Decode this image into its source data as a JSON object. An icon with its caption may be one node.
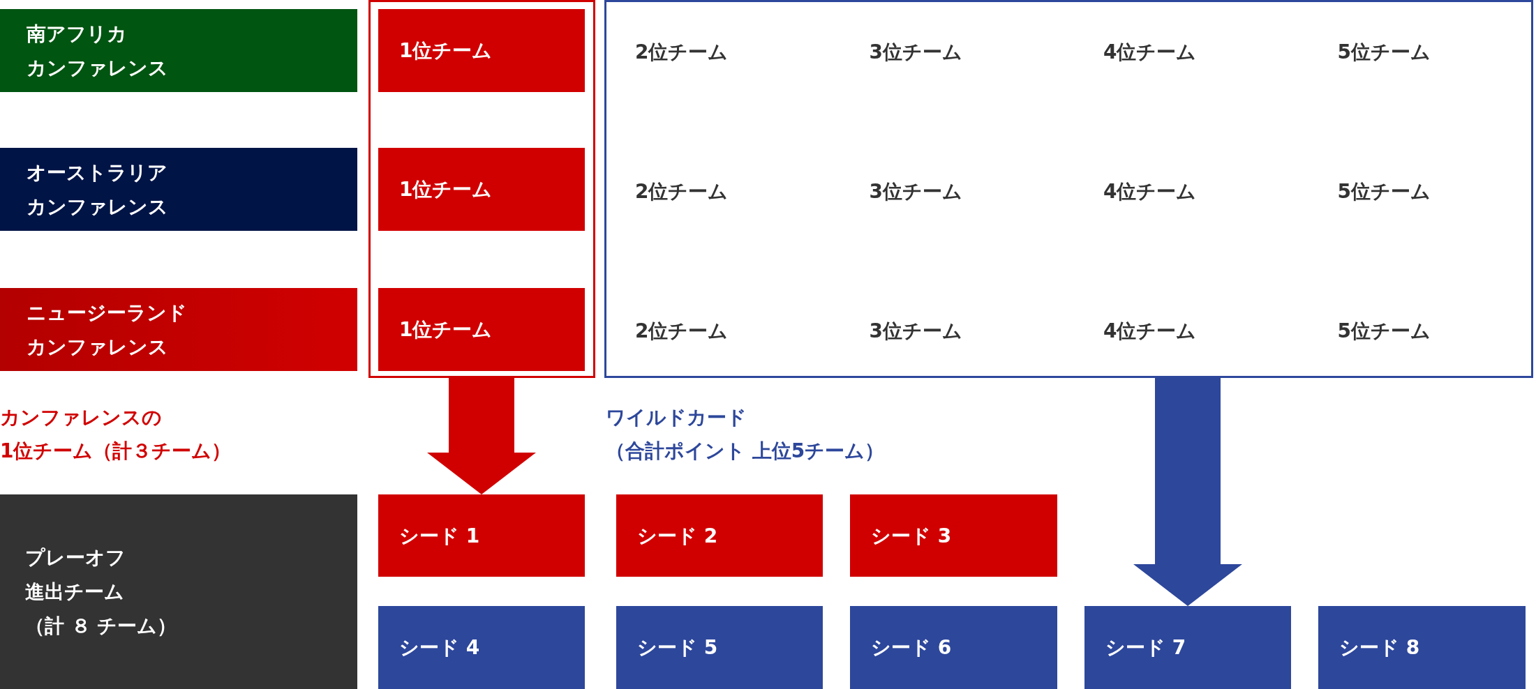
{
  "diagram": {
    "nodes": [
      {
        "text": [
          "南アフリカカンファレンス"
        ]
      },
      {
        "text": [
          "オーストラリアカンファレンス"
        ]
      },
      {
        "text": [
          "ニュージーランドカンファレンス"
        ]
      },
      {
        "text": [],
        "shape": "box"
      },
      {
        "text": [
          "1位チーム"
        ],
        "in": 3
      },
      {
        "text": [
          "1位チーム"
        ],
        "in": 3
      },
      {
        "text": [
          "1位チーム"
        ],
        "in": 3
      },
      {
        "text": [
          "2位チーム",
          "3位チーム",
          "4位チーム",
          "5位チーム",
          "2位チーム",
          "3位チーム",
          "4位チーム",
          "5位チーム",
          "2位チーム",
          "3位チーム",
          "4位チーム",
          "5位チーム"
        ]
      },
      {
        "text": [
          "プレーオフ進出チーム（計 ８ チーム）"
        ]
      },
      {
        "text": [
          "シード 1"
        ]
      },
      {
        "text": [
          "シード 2"
        ]
      },
      {
        "text": [
          "シード 3"
        ]
      },
      {
        "text": [
          "シード 4"
        ]
      },
      {
        "text": [
          "シード 5"
        ]
      },
      {
        "text": [
          "シード 6"
        ]
      },
      {
        "text": [
          "シード 7"
        ]
      },
      {
        "text": [
          "シード 8"
        ]
      }
    ],
    "edges": [
      {
        "from": 3,
        "to": 9,
        "arrow": "to",
        "color": "#d10000"
      },
      {
        "from": 7,
        "to": 15,
        "arrow": "to",
        "color": "#2d479b"
      }
    ],
    "labels": [
      "カンファレンスの1位チーム（計３チーム）",
      "ワイルドカード（合計ポイント 上位5チーム）"
    ]
  }
}
